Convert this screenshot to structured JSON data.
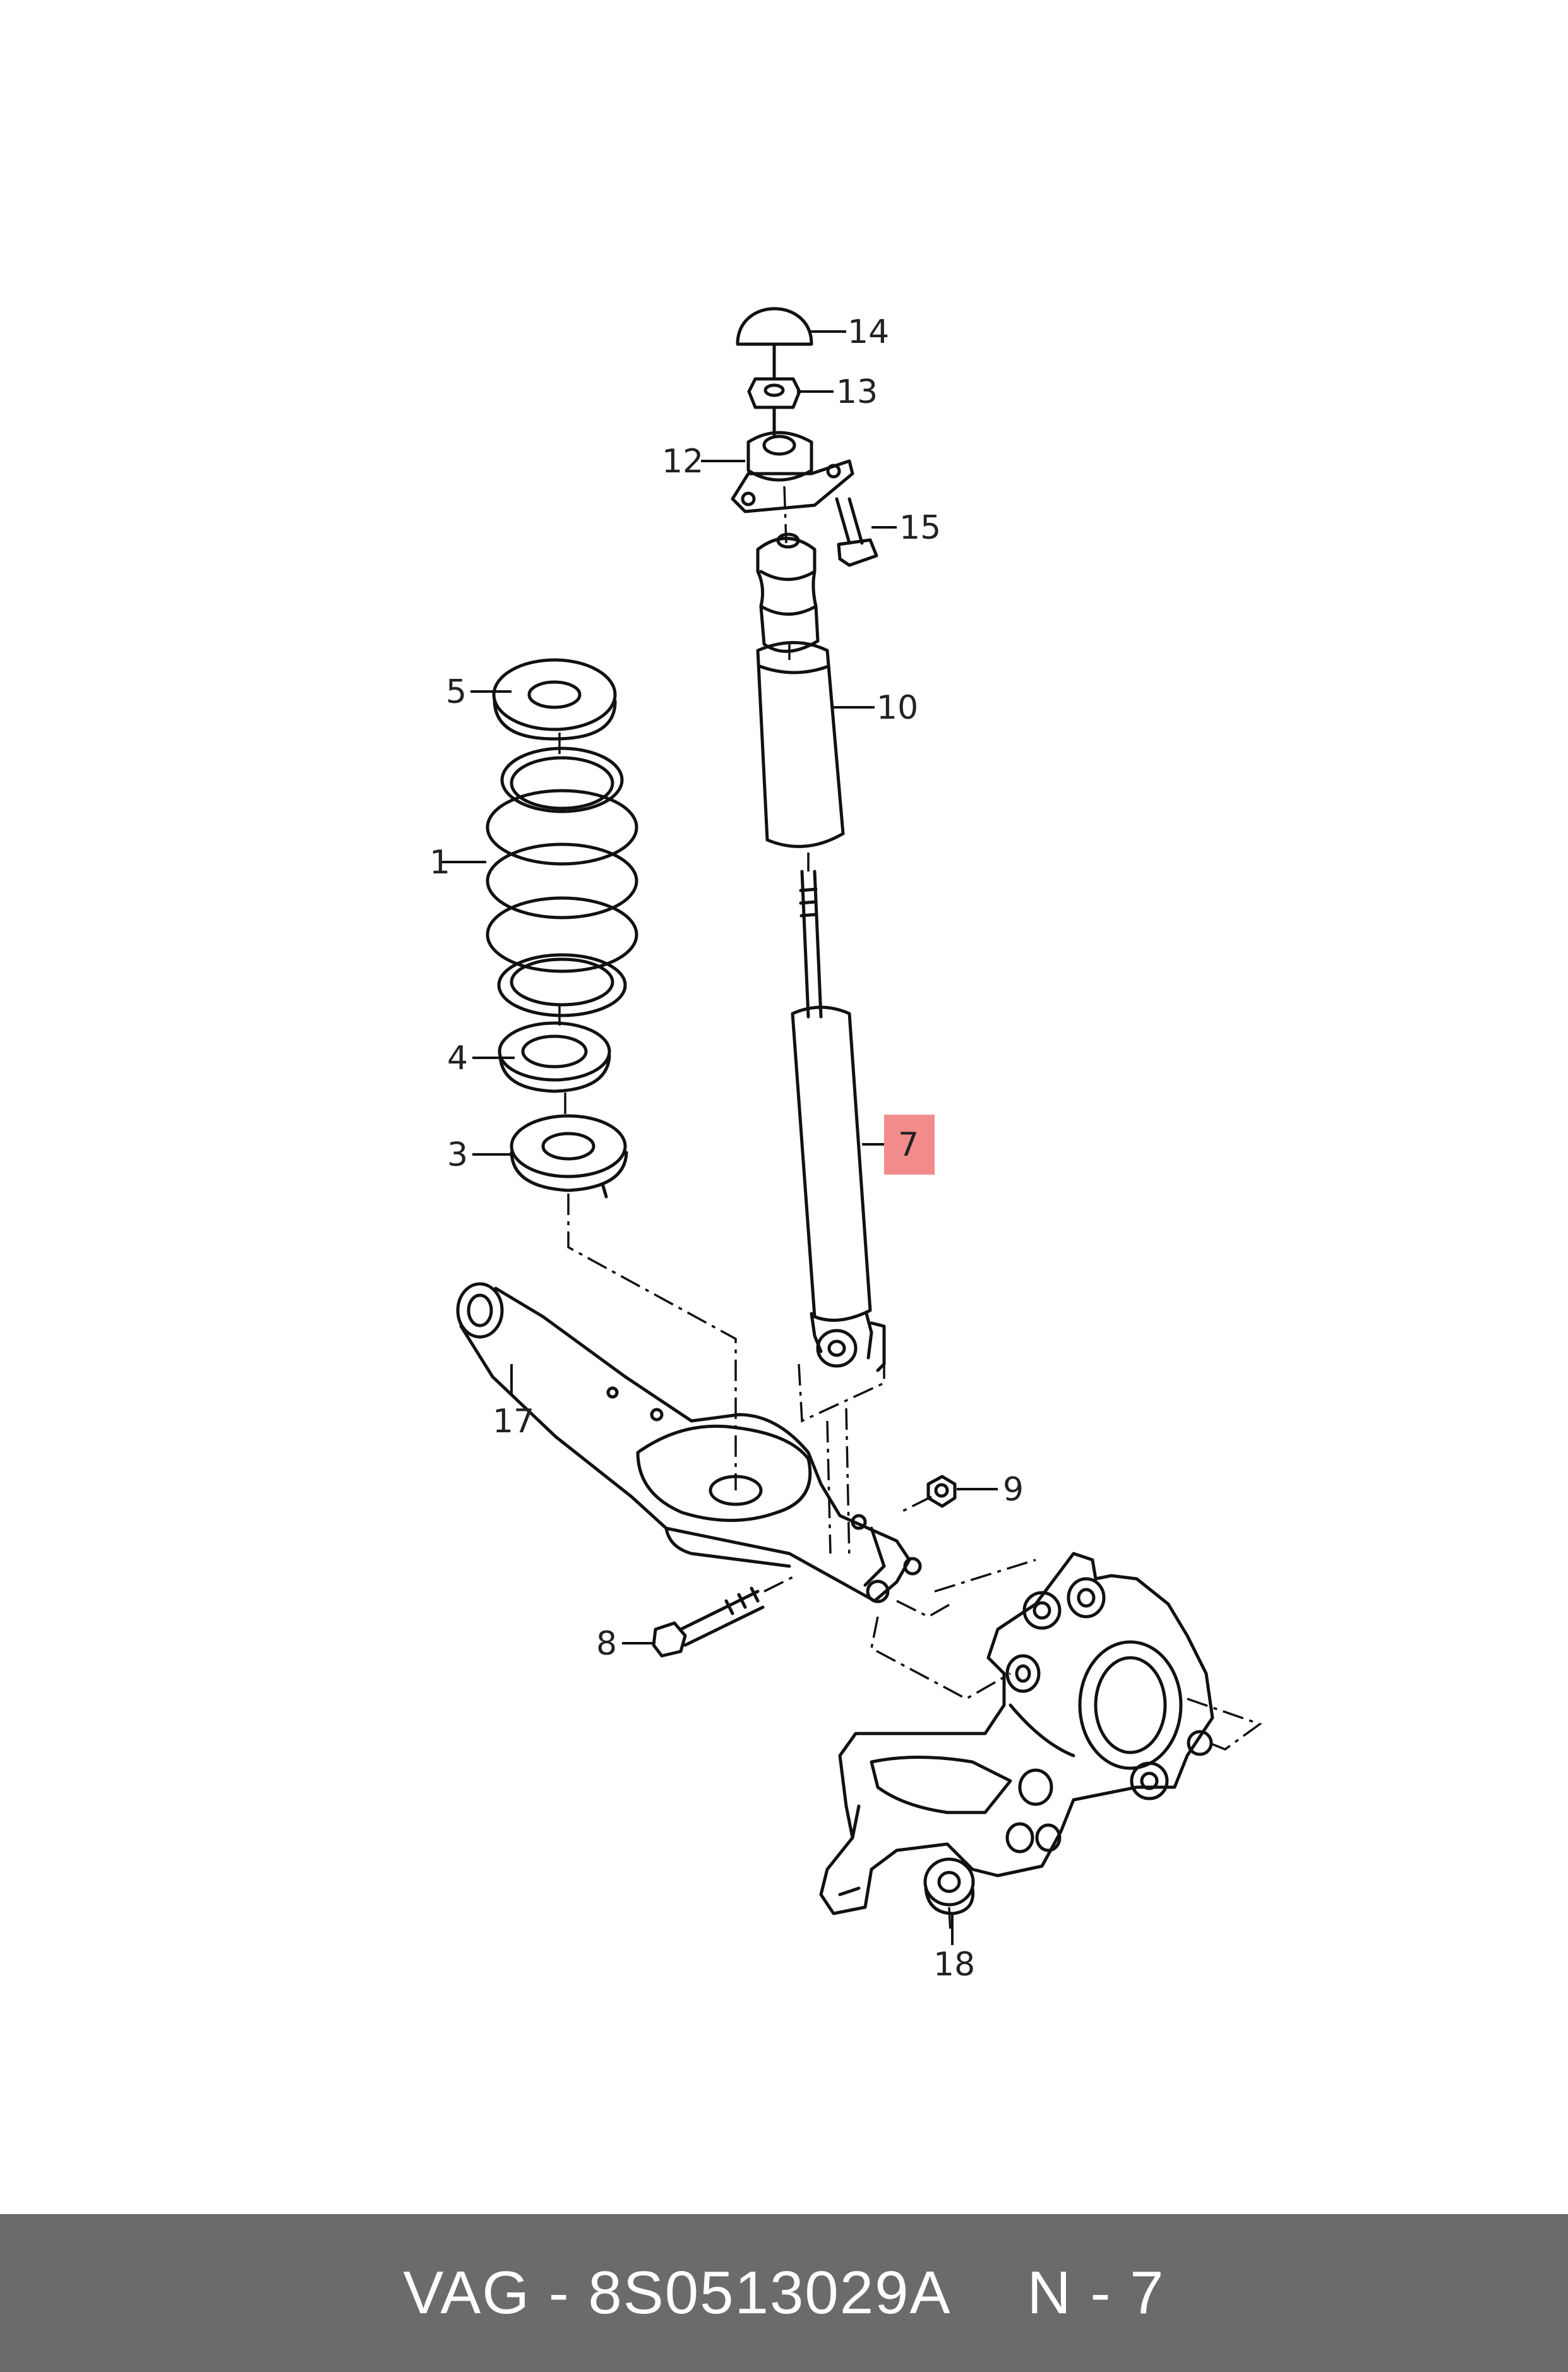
{
  "callouts": {
    "c1": "1",
    "c3": "3",
    "c4": "4",
    "c5": "5",
    "c7": "7",
    "c8": "8",
    "c9": "9",
    "c10": "10",
    "c12": "12",
    "c13": "13",
    "c14": "14",
    "c15": "15",
    "c17": "17",
    "c18": "18"
  },
  "highlight_color": "#f28b8b",
  "footer": {
    "part": "VAG - 8S0513029A",
    "ref": "N - 7"
  }
}
